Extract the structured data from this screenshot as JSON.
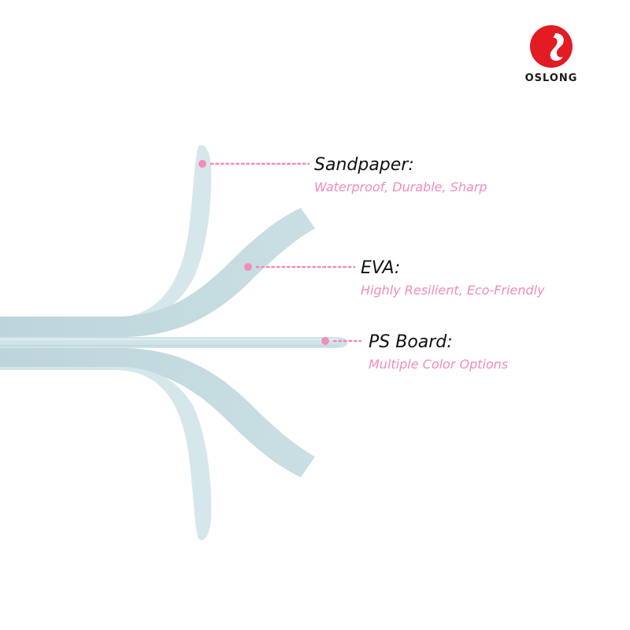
{
  "brand": {
    "name": "OSLONG",
    "logo_color": "#e31b23"
  },
  "colors": {
    "accent": "#f28cb9",
    "layer": "#c3dce2",
    "layer_light": "#d4e6ea",
    "title": "#111111"
  },
  "layers": [
    {
      "title": "Sandpaper:",
      "description": "Waterproof, Durable, Sharp"
    },
    {
      "title": "EVA:",
      "description": "Highly Resilient, Eco-Friendly"
    },
    {
      "title": "PS Board:",
      "description": "Multiple Color Options"
    }
  ]
}
